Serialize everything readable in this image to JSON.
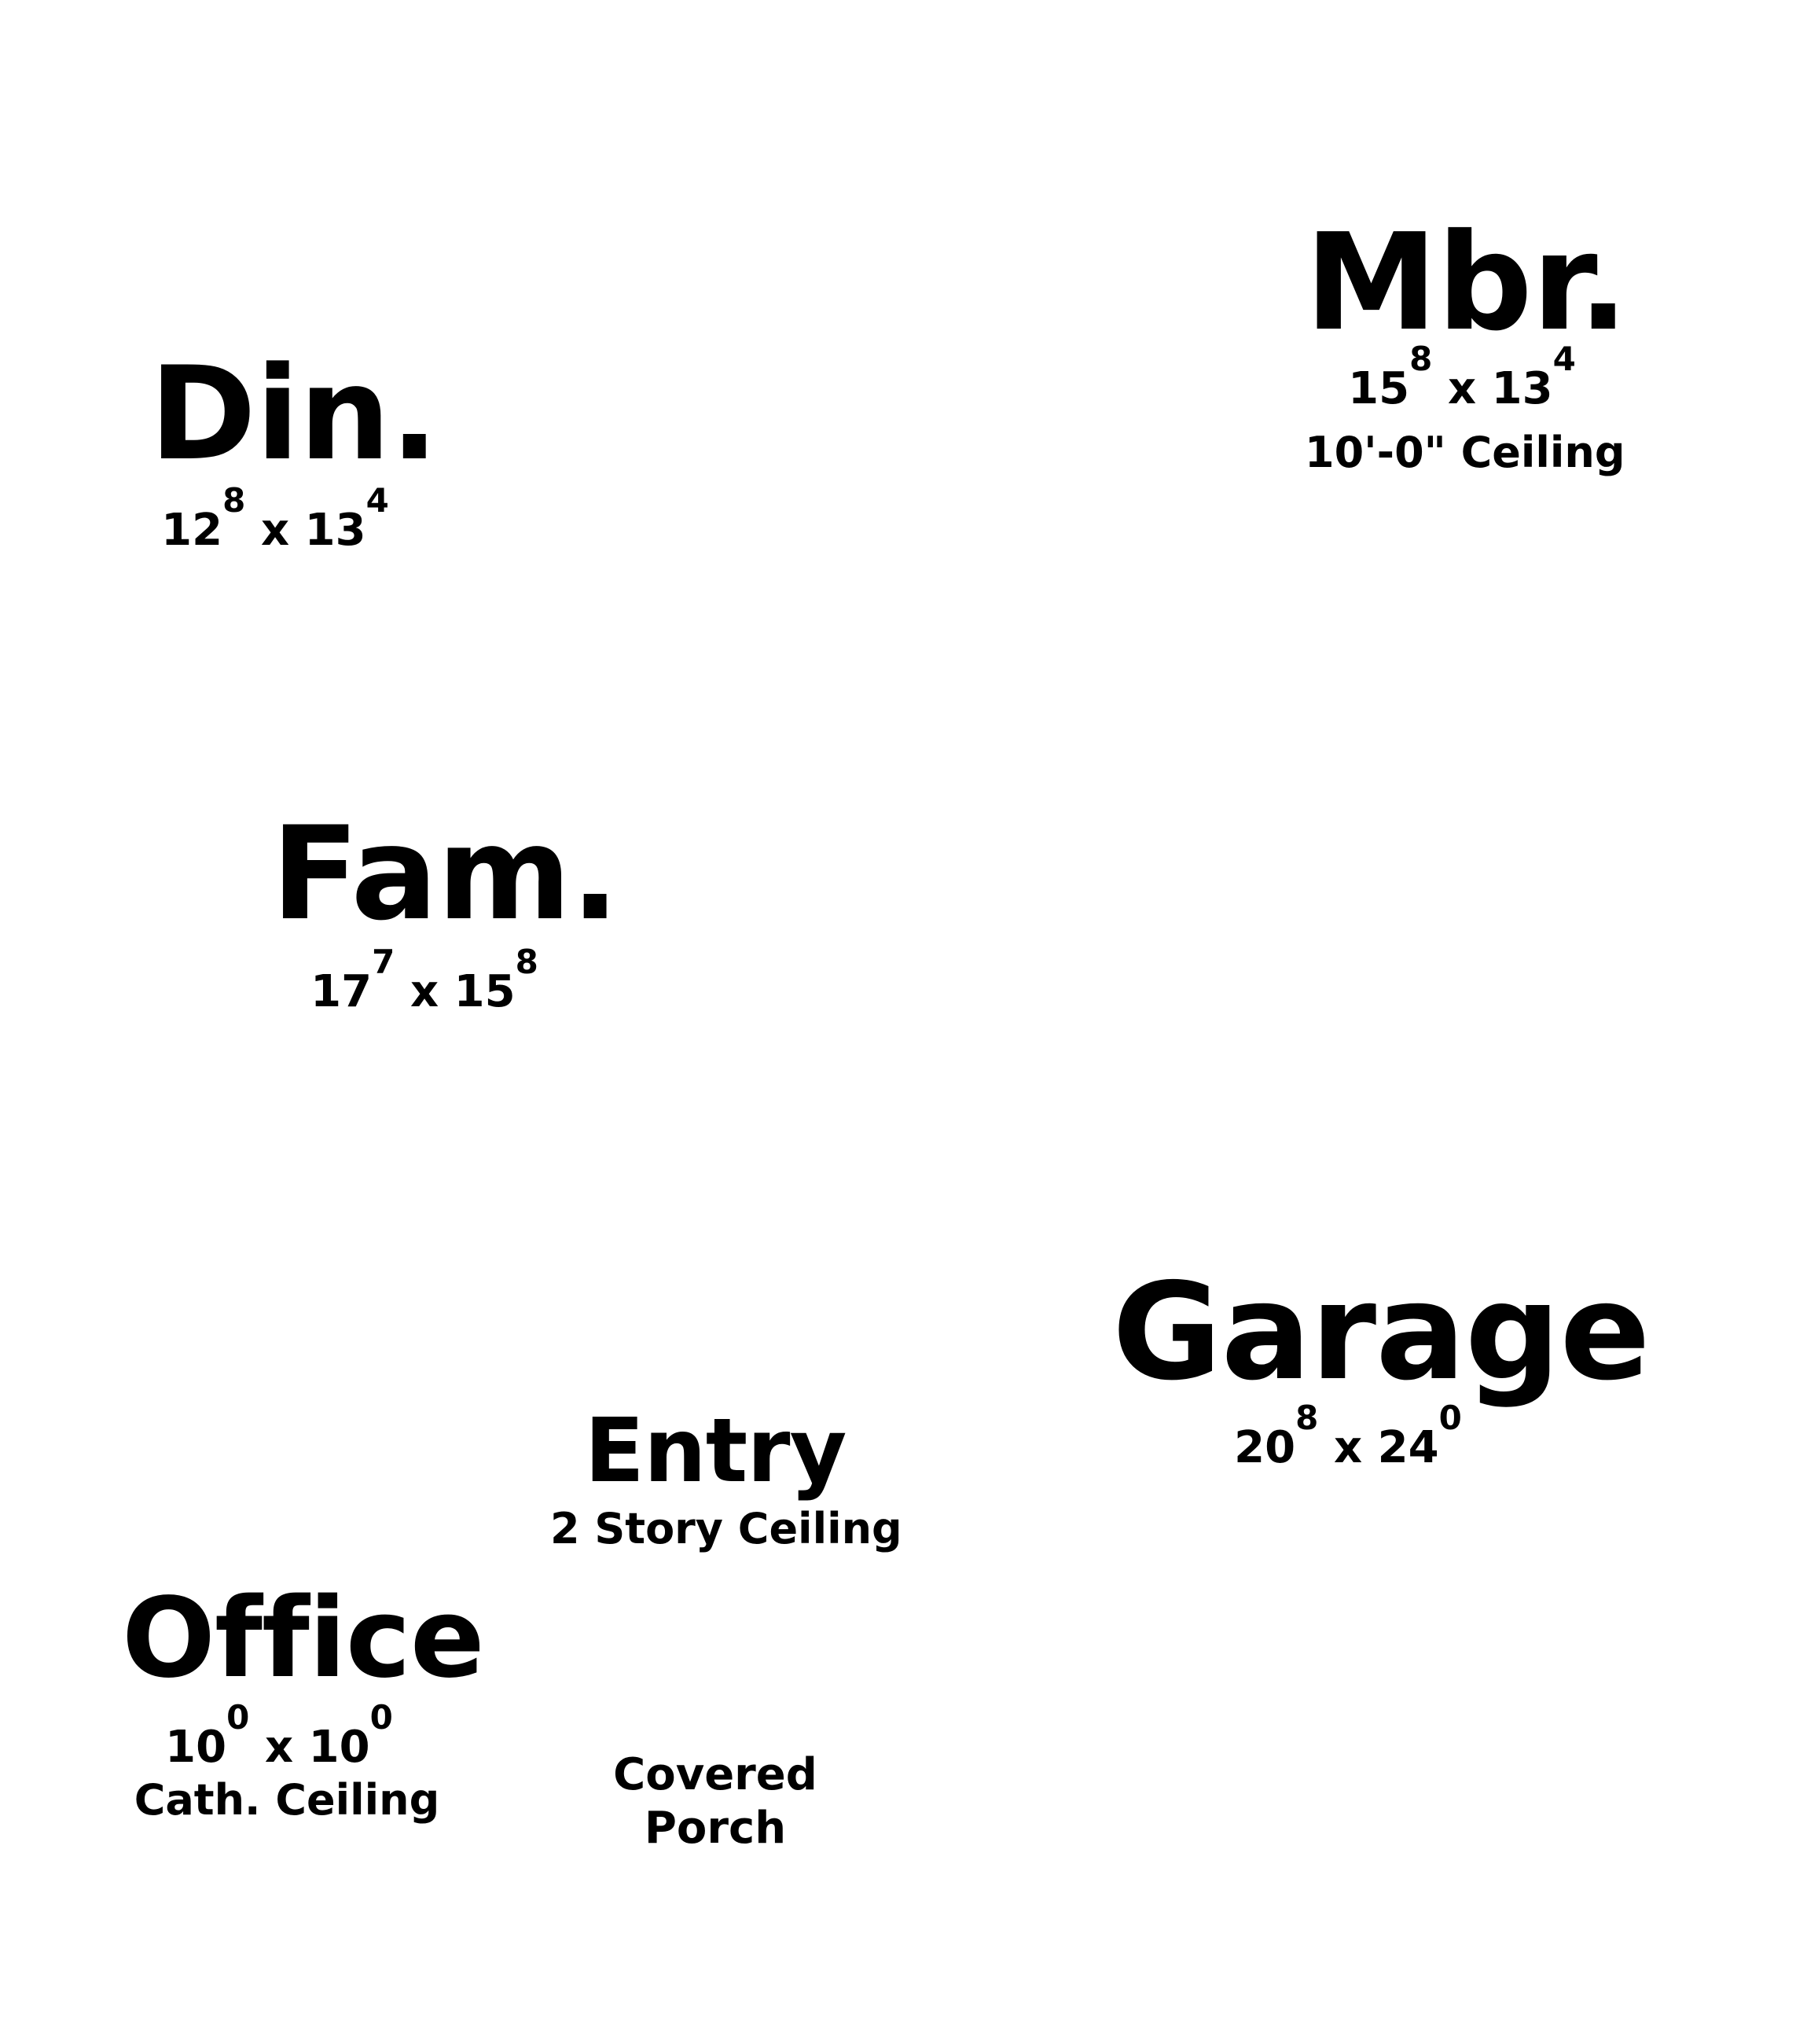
{
  "rooms": {
    "mbr": {
      "name": "Mbr.",
      "dim_a": "15",
      "dim_a_sup": "8",
      "sep": "x",
      "dim_b": "13",
      "dim_b_sup": "4",
      "note": "10'-0\" Ceiling"
    },
    "din": {
      "name": "Din.",
      "dim_a": "12",
      "dim_a_sup": "8",
      "sep": "x",
      "dim_b": "13",
      "dim_b_sup": "4"
    },
    "fam": {
      "name": "Fam.",
      "dim_a": "17",
      "dim_a_sup": "7",
      "sep": "x",
      "dim_b": "15",
      "dim_b_sup": "8"
    },
    "garage": {
      "name": "Garage",
      "dim_a": "20",
      "dim_a_sup": "8",
      "sep": "x",
      "dim_b": "24",
      "dim_b_sup": "0"
    },
    "entry": {
      "name": "Entry",
      "note": "2 Story Ceiling"
    },
    "office": {
      "name": "Office",
      "dim_a": "10",
      "dim_a_sup": "0",
      "sep": "x",
      "dim_b": "10",
      "dim_b_sup": "0",
      "note": "Cath. Ceiling"
    },
    "porch": {
      "line1": "Covered",
      "line2": "Porch"
    }
  }
}
